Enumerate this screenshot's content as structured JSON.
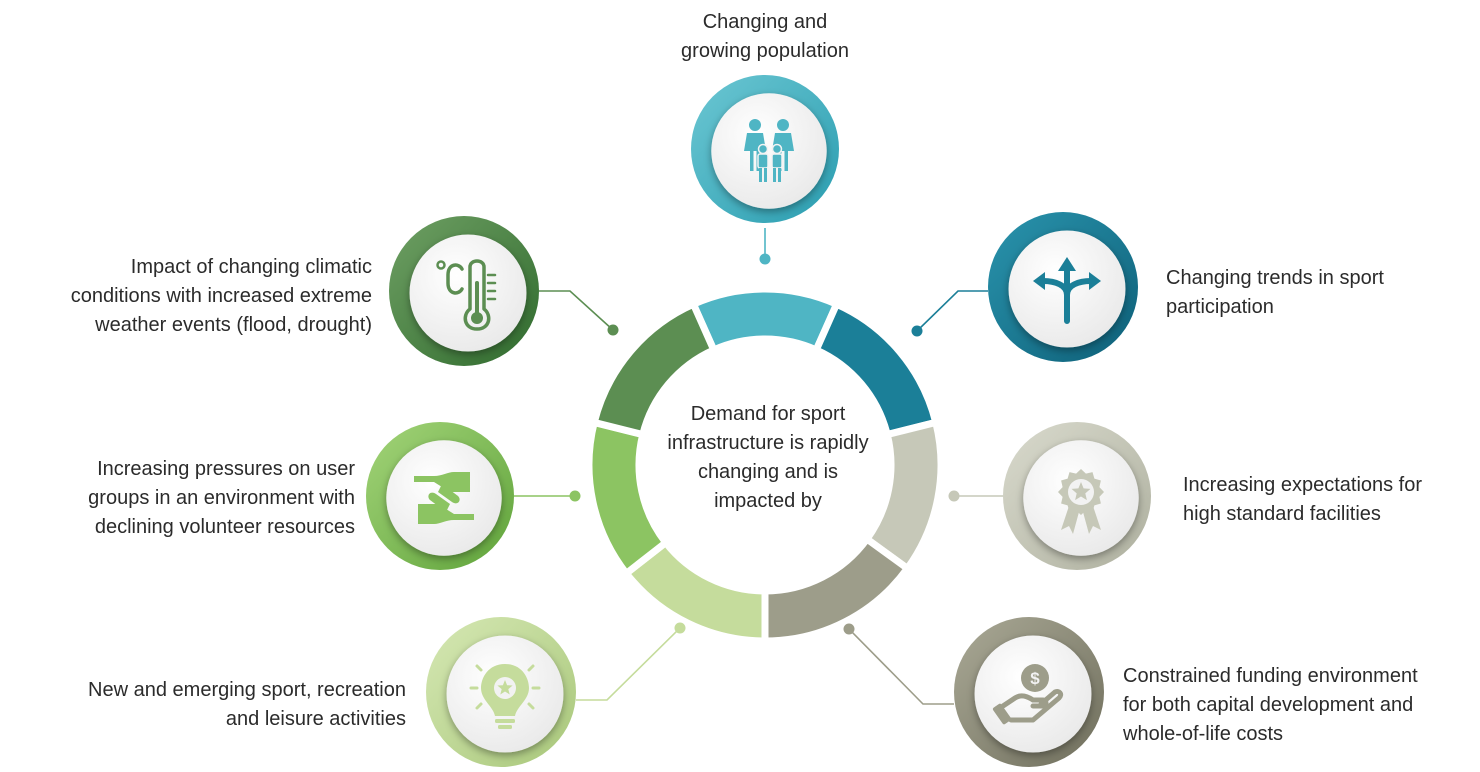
{
  "center": {
    "lines": [
      "Demand for sport",
      "infrastructure is rapidly",
      "changing and is",
      "impacted by"
    ]
  },
  "factors": [
    {
      "id": "population",
      "icon": "family-icon",
      "color": "#4fb5c4",
      "lines": [
        "Changing and",
        "growing population"
      ]
    },
    {
      "id": "trends",
      "icon": "split-arrows-icon",
      "color": "#1b7f98",
      "lines": [
        "Changing trends in sport",
        "participation"
      ]
    },
    {
      "id": "expectations",
      "icon": "award-ribbon-icon",
      "color": "#c6c8b8",
      "lines": [
        "Increasing expectations for",
        "high standard facilities"
      ]
    },
    {
      "id": "funding",
      "icon": "hand-coin-icon",
      "color": "#9d9d8a",
      "lines": [
        "Constrained funding environment",
        "for both capital development and",
        "whole-of-life costs"
      ]
    },
    {
      "id": "emerging",
      "icon": "lightbulb-star-icon",
      "color": "#c5dc9c",
      "lines": [
        "New and emerging sport, recreation",
        "and leisure activities"
      ]
    },
    {
      "id": "volunteers",
      "icon": "helping-hands-icon",
      "color": "#8cc462",
      "lines": [
        "Increasing pressures on user",
        "groups in an environment with",
        "declining volunteer resources"
      ]
    },
    {
      "id": "climate",
      "icon": "thermometer-icon",
      "color": "#5c8e52",
      "lines": [
        "Impact of changing climatic",
        "conditions with increased extreme",
        "weather events (flood, drought)"
      ]
    }
  ]
}
